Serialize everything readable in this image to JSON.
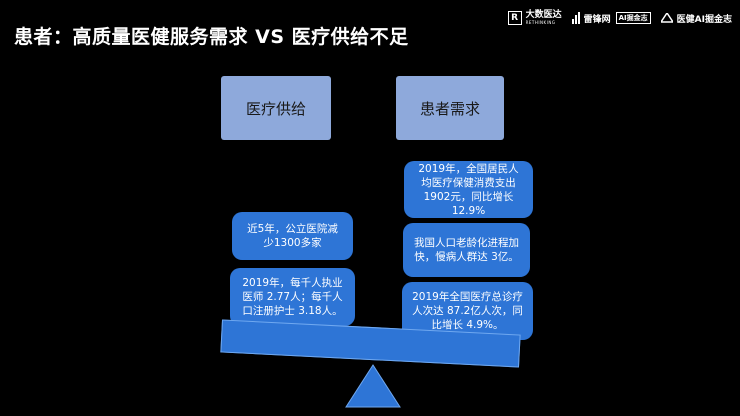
{
  "title": "患者：高质量医健服务需求 VS 医疗供给不足",
  "logos": {
    "logo1_mark": "R",
    "logo1_name": "大数医达",
    "logo1_sub": "RETHINKING",
    "logo2_name": "雷锋网",
    "logo2_tag": "AI掘金志",
    "logo3_name": "医健AI掘金志"
  },
  "supply": {
    "header": "医疗供给",
    "cards": [
      "近5年，公立医院减少1300多家",
      "2019年，每千人执业医师 2.77人；每千人口注册护士 3.18人。"
    ]
  },
  "demand": {
    "header": "患者需求",
    "cards": [
      "2019年，全国居民人均医疗保健消费支出1902元，同比增长12.9%",
      "我国人口老龄化进程加快，慢病人群达 3亿。",
      "2019年全国医疗总诊疗人次达 87.2亿人次，同比增长 4.9%。"
    ]
  },
  "colors": {
    "background": "#000000",
    "header_box": "#8ea9db",
    "card": "#2e75d6",
    "beam": "#2e75d6"
  }
}
